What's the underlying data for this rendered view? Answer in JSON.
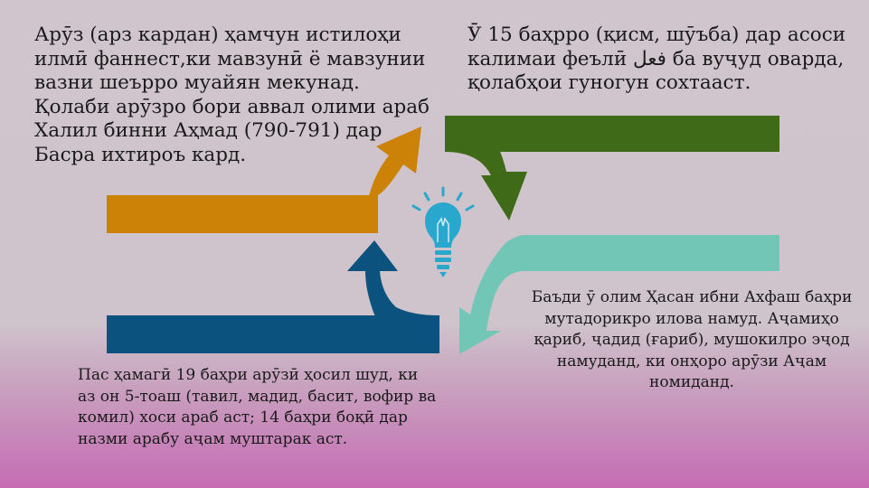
{
  "blocks": {
    "top_left": "Арӯз (арз кардан) ҳамчун истилоҳи илмӣ фаннест,ки мавзунӣ ё мавзунии вазни шеърро муайян мекунад. Қолаби арӯзро бори аввал олими араб Халил бинни Аҳмад (790-791) дар Басра ихтироъ кард.",
    "top_right_before": "Ӯ 15 баҳрро (қисм, шӯъба) дар асоси калимаи феълӣ",
    "top_right_arabic": "فعل",
    "top_right_after": "ба вуҷуд оварда, қолабҳои гуногун сохтааст.",
    "mid_right": "Баъди ӯ олим Ҳасан ибни Ахфаш баҳри мутадорикро илова намуд. Аҷамиҳо қариб, ҷадид (ғариб), мушокилро эҷод намуданд, ки онҳоро арӯзи Аҷам номиданд.",
    "bottom_left": "Пас ҳамагӣ 19 баҳри арӯзӣ ҳосил шуд, ки аз он 5-тоаш (тавил, мадид, басит, вофир ва комил) хоси араб аст; 14 баҳри боқӣ дар назми арабу аҷам муштарак аст."
  },
  "colors": {
    "orange": "#cb8206",
    "green": "#3f6a18",
    "teal": "#72c6b6",
    "navy": "#0c527e",
    "bulb": "#2aa7cc"
  },
  "icons": [
    "lightbulb-icon"
  ]
}
